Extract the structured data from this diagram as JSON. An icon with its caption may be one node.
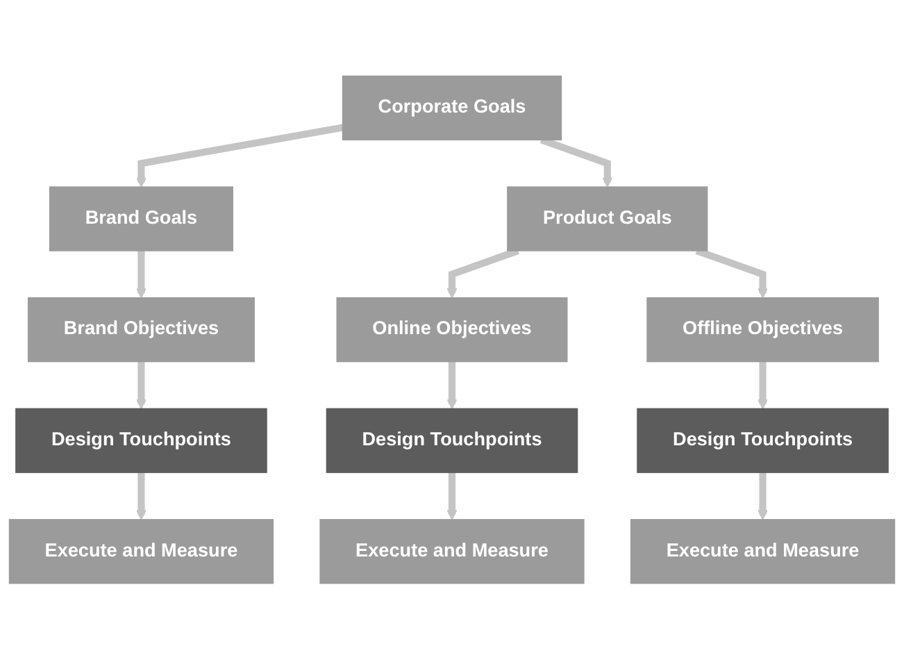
{
  "diagram": {
    "nodes": [
      {
        "text": [
          "Corporate Goals"
        ]
      },
      {
        "text": [
          "Brand Goals"
        ]
      },
      {
        "text": [
          "Product Goals"
        ]
      },
      {
        "text": [
          "Brand Objectives"
        ]
      },
      {
        "text": [
          "Online Objectives"
        ]
      },
      {
        "text": [
          "Offline Objectives"
        ]
      },
      {
        "text": [
          "Design Touchpoints"
        ]
      },
      {
        "text": [
          "Design Touchpoints"
        ]
      },
      {
        "text": [
          "Design Touchpoints"
        ]
      },
      {
        "text": [
          "Execute and Measure"
        ]
      },
      {
        "text": [
          "Execute and Measure"
        ]
      },
      {
        "text": [
          "Execute and Measure"
        ]
      }
    ],
    "edges": [
      {
        "from": 0,
        "to": 1,
        "arrow": "to"
      },
      {
        "from": 0,
        "to": 2,
        "arrow": "to"
      },
      {
        "from": 1,
        "to": 3,
        "arrow": "to"
      },
      {
        "from": 2,
        "to": 4,
        "arrow": "to"
      },
      {
        "from": 2,
        "to": 5,
        "arrow": "to"
      },
      {
        "from": 3,
        "to": 6,
        "arrow": "to"
      },
      {
        "from": 4,
        "to": 7,
        "arrow": "to"
      },
      {
        "from": 5,
        "to": 8,
        "arrow": "to"
      },
      {
        "from": 6,
        "to": 9,
        "arrow": "to"
      },
      {
        "from": 7,
        "to": 10,
        "arrow": "to"
      },
      {
        "from": 8,
        "to": 11,
        "arrow": "to"
      }
    ]
  }
}
